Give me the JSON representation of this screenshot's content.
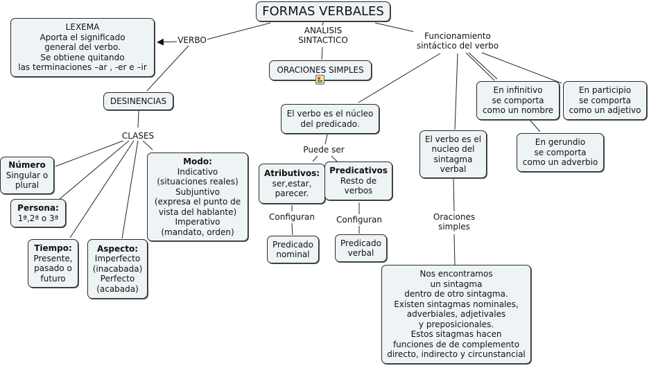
{
  "title": "FORMAS VERBALES",
  "nodes": {
    "lexema": [
      "LEXEMA",
      "Aporta el significado",
      "general del verbo.",
      "Se obtiene quitando",
      "las terminaciones –ar , -er e –ir"
    ],
    "desinencias": "DESINENCIAS",
    "numero": {
      "heading": "Número",
      "lines": [
        "Singular o",
        "plural"
      ]
    },
    "persona": {
      "heading": "Persona:",
      "lines": [
        "1ª,2ª o 3ª"
      ]
    },
    "tiempo": {
      "heading": "Tiempo:",
      "lines": [
        "Presente,",
        "pasado o",
        "futuro"
      ]
    },
    "aspecto": {
      "heading": "Aspecto:",
      "lines": [
        "Imperfecto",
        "(inacabada)",
        "Perfecto",
        "(acabada)"
      ]
    },
    "modo": {
      "heading": "Modo:",
      "lines": [
        "Indicativo",
        "(situaciones reales)",
        "Subjuntivo",
        "(expresa el punto de",
        "vista del hablante)",
        "Imperativo",
        "(mandato, orden)"
      ]
    },
    "oraciones_simples": "ORACIONES SIMPLES",
    "nucleo_predicado": [
      "El verbo es el núcleo",
      "del predicado."
    ],
    "atributivos": {
      "heading": "Atributivos:",
      "lines": [
        "ser,estar,",
        "parecer."
      ]
    },
    "predicativos": {
      "heading": "Predicativos",
      "lines": [
        "Resto de",
        "verbos"
      ]
    },
    "predicado_nominal": [
      "Predicado",
      "nominal"
    ],
    "predicado_verbal": [
      "Predicado",
      "verbal"
    ],
    "nucleo_sintagma": [
      "El verbo es el",
      "nucleo del",
      "sintagma",
      "verbal"
    ],
    "infinitivo": [
      "En infinitivo",
      "se comporta",
      "como un nombre"
    ],
    "participio": [
      "En participio",
      "se comporta",
      "como un adjetivo"
    ],
    "gerundio": [
      "En gerundio",
      "se comporta",
      "como un adverbio"
    ],
    "sintagma": [
      "Nos encontramos",
      "un sintagma",
      "dentro de otro sintagma.",
      "Existen sintagmas nominales,",
      "adverbiales, adjetivales",
      "y preposicionales.",
      "Estos sitagmas hacen",
      "funciones de de complemento",
      "directo, indirecto y circunstancial"
    ]
  },
  "labels": {
    "verbo": "VERBO",
    "analisis": [
      "ANALISIS",
      "SINTACTICO"
    ],
    "funcionamiento": [
      "Funcionamiento",
      "sintáctico del verbo"
    ],
    "clases": "CLASES",
    "puede_ser": "Puede ser",
    "configuran_1": "Configuran",
    "configuran_2": "Configuran",
    "oraciones_simples_link": [
      "Oraciones",
      "simples"
    ]
  },
  "icons": {
    "attached_resource": "document-image-icon"
  },
  "colors": {
    "node_fill": "#eef3f5",
    "border": "#2a2a2a",
    "line": "#222222"
  }
}
